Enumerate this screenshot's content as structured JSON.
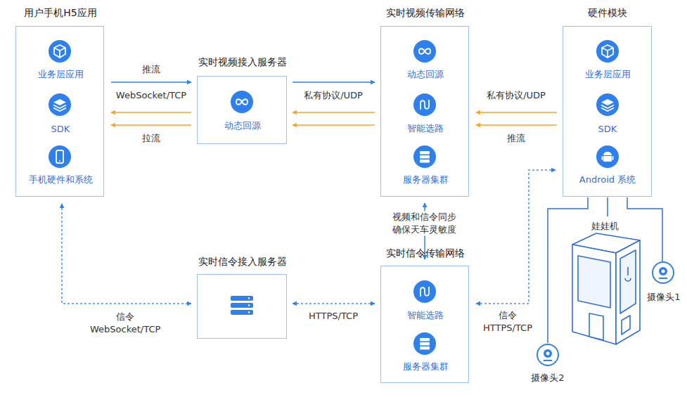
{
  "diagram": {
    "nodes": [
      {
        "text": [
          "用户手机H5应用",
          "业务层应用",
          "SDK",
          "手机硬件和系统"
        ]
      },
      {
        "text": [
          "实时视频接入服务器",
          "动态回源"
        ]
      },
      {
        "text": [
          "实时视频传输网络",
          "动态回源",
          "智能选路",
          "服务器集群"
        ]
      },
      {
        "text": [
          "硬件模块",
          "业务层应用",
          "SDK",
          "Android 系统"
        ]
      },
      {
        "text": [
          "实时信令接入服务器"
        ]
      },
      {
        "text": [
          "实时信令传输网络",
          "智能选路",
          "服务器集群"
        ]
      }
    ],
    "edges": [
      {
        "from": 0,
        "to": 1,
        "arrow": "to",
        "label": "推流"
      },
      {
        "from": 1,
        "to": 0,
        "arrow": "to"
      },
      {
        "from": 1,
        "to": 0,
        "arrow": "to",
        "label": "拉流"
      },
      {
        "from": 1,
        "to": 2,
        "arrow": "to"
      },
      {
        "from": 2,
        "to": 1,
        "arrow": "to",
        "label": "私有协议/UDP"
      },
      {
        "from": 2,
        "to": 1,
        "arrow": "to"
      },
      {
        "from": 3,
        "to": 2,
        "arrow": "to",
        "label": "私有协议/UDP"
      },
      {
        "from": 3,
        "to": 2,
        "arrow": "to",
        "label": "推流"
      },
      {
        "from": 2,
        "to": 5,
        "arrow": "both",
        "label": "视频和信令同步 确保天车灵敏度"
      },
      {
        "from": 0,
        "to": 4,
        "arrow": "both",
        "label": "信令 WebSocket/TCP"
      },
      {
        "from": 4,
        "to": 5,
        "arrow": "both",
        "label": "HTTPS/TCP"
      },
      {
        "from": 5,
        "to": 3,
        "arrow": "both",
        "label": "信令 HTTPS/TCP"
      }
    ],
    "labels": [
      "WebSocket/TCP",
      "娃娃机",
      "摄像头1",
      "摄像头2"
    ]
  }
}
